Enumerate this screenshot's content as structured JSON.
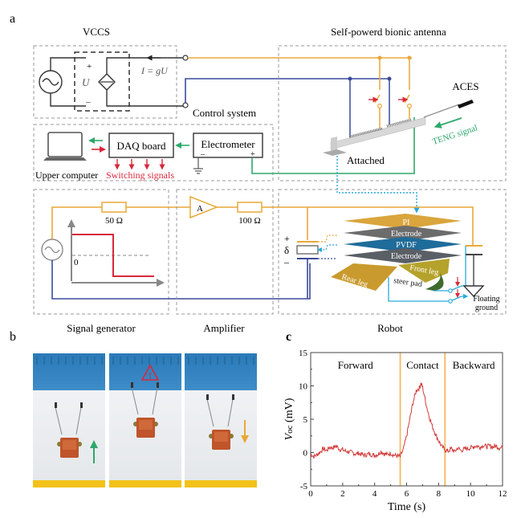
{
  "panel_labels": {
    "a": "a",
    "b": "b",
    "c": "c"
  },
  "panel_a": {
    "vccs": {
      "title": "VCCS",
      "plus": "+",
      "minus": "–",
      "voltage_label": "U",
      "current_label": "I = gU"
    },
    "control_system": {
      "title": "Control system",
      "upper_computer_label": "Upper computer",
      "daq_label": "DAQ board",
      "electrometer_label": "Electrometer",
      "electrometer_minus": "–",
      "electrometer_plus": "+",
      "switching_label": "Switching signals"
    },
    "antenna": {
      "title": "Self-powerd bionic antenna",
      "aces_label": "ACES",
      "teng_label": "TENG signal",
      "attached_label": "Attached"
    },
    "signal_generator": {
      "title": "Signal generator",
      "resistor_label": "50 Ω",
      "zero_label": "0"
    },
    "amplifier": {
      "title": "Amplifier",
      "amp_label": "A",
      "resistor_label": "100 Ω"
    },
    "robot": {
      "title": "Robot",
      "plus": "+",
      "delta": "δ",
      "minus": "–",
      "layers": [
        "PI",
        "Electrode",
        "PVDF",
        "Electrode"
      ],
      "front_leg": "Front leg",
      "rear_leg": "Rear leg",
      "steer_pad": "steer pad",
      "floating_ground": [
        "Floating",
        "ground"
      ]
    },
    "colors": {
      "orange": "#E8A838",
      "navy": "#3A4A9A",
      "green": "#2EA86A",
      "red": "#D8283A",
      "cyan": "#2AA8D8",
      "gray": "#888888"
    }
  },
  "panel_b": {
    "frames": [
      {
        "state": "forward",
        "indicator": "up-arrow",
        "indicator_color": "#2EA86A"
      },
      {
        "state": "contact",
        "indicator": "warning",
        "indicator_color": "#D8283A"
      },
      {
        "state": "backward",
        "indicator": "down-arrow",
        "indicator_color": "#E8A838"
      }
    ]
  },
  "chart_data": {
    "type": "line",
    "title": "",
    "xlabel": "Time (s)",
    "ylabel": "Voc (mV)",
    "xlim": [
      0,
      12
    ],
    "ylim": [
      -5,
      15
    ],
    "xticks": [
      0,
      2,
      4,
      6,
      8,
      10,
      12
    ],
    "yticks": [
      -5,
      0,
      5,
      10,
      15
    ],
    "grid": false,
    "regions": [
      {
        "label": "Forward",
        "x_start": 0,
        "x_end": 5.6
      },
      {
        "label": "Contact",
        "x_start": 5.6,
        "x_end": 8.4
      },
      {
        "label": "Backward",
        "x_start": 8.4,
        "x_end": 12
      }
    ],
    "boundaries": [
      5.6,
      8.4
    ],
    "boundary_color": "#F2B860",
    "line_color": "#D23A3A",
    "series": [
      {
        "name": "Voc",
        "x": [
          0,
          0.2,
          0.4,
          0.6,
          0.8,
          1.0,
          1.2,
          1.4,
          1.6,
          1.8,
          2.0,
          2.2,
          2.4,
          2.6,
          2.8,
          3.0,
          3.2,
          3.4,
          3.6,
          3.8,
          4.0,
          4.2,
          4.4,
          4.6,
          4.8,
          5.0,
          5.2,
          5.4,
          5.6,
          5.8,
          6.0,
          6.2,
          6.4,
          6.6,
          6.8,
          6.9,
          7.0,
          7.2,
          7.4,
          7.6,
          7.8,
          8.0,
          8.2,
          8.4,
          8.6,
          8.8,
          9.0,
          9.2,
          9.4,
          9.6,
          9.8,
          10.0,
          10.2,
          10.4,
          10.6,
          10.8,
          11.0,
          11.2,
          11.4,
          11.6,
          11.8,
          12.0
        ],
        "y": [
          -0.2,
          -0.6,
          -0.3,
          0.1,
          0.6,
          0.3,
          0.8,
          0.7,
          1.0,
          0.5,
          0.4,
          0.2,
          0.1,
          0.0,
          -0.2,
          -0.1,
          -0.3,
          -0.4,
          -0.2,
          -0.3,
          -0.4,
          -0.3,
          0.2,
          -0.2,
          -0.3,
          -0.1,
          -0.4,
          -0.5,
          -0.6,
          0.5,
          2.5,
          5.0,
          7.5,
          9.3,
          9.7,
          10.4,
          9.8,
          7.5,
          5.5,
          4.0,
          2.8,
          1.8,
          0.9,
          0.4,
          0.2,
          0.6,
          0.1,
          0.7,
          0.3,
          0.5,
          0.6,
          0.7,
          0.9,
          1.0,
          0.8,
          1.1,
          0.9,
          1.0,
          0.8,
          1.0,
          0.7,
          0.8
        ]
      }
    ]
  }
}
